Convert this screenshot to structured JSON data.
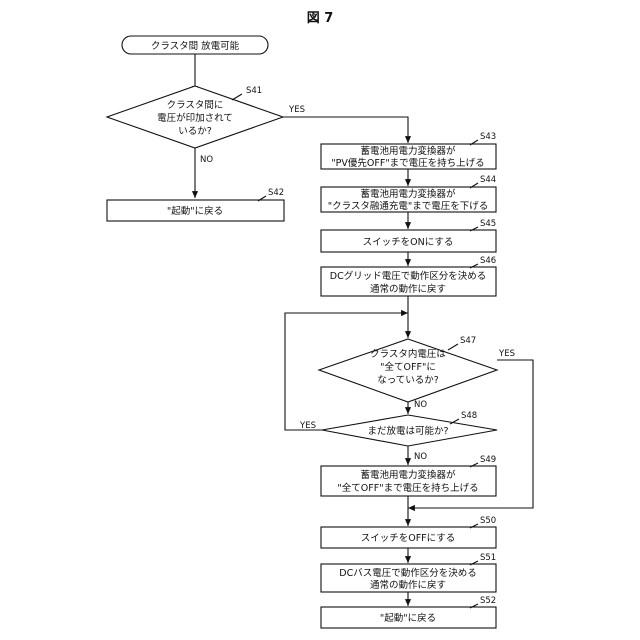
{
  "figure_title": "図 7",
  "start": "クラスタ間 放電可能",
  "decisions": {
    "s41": {
      "step": "S41",
      "lines": [
        "クラスタ間に",
        "電圧が印加されて",
        "いるか?"
      ],
      "yes": "YES",
      "no": "NO"
    },
    "s47": {
      "step": "S47",
      "lines": [
        "クラスタ内電圧は",
        "\"全てOFF\"に",
        "なっているか?"
      ],
      "yes": "YES",
      "no": "NO"
    },
    "s48": {
      "step": "S48",
      "lines": [
        "まだ放電は可能か?"
      ],
      "yes": "YES",
      "no": "NO"
    }
  },
  "processes": {
    "s42": {
      "step": "S42",
      "lines": [
        "\"起動\"に戻る"
      ]
    },
    "s43": {
      "step": "S43",
      "lines": [
        "蓄電池用電力変換器が",
        "\"PV優先OFF\"まで電圧を持ち上げる"
      ]
    },
    "s44": {
      "step": "S44",
      "lines": [
        "蓄電池用電力変換器が",
        "\"クラスタ融通充電\"まで電圧を下げる"
      ]
    },
    "s45": {
      "step": "S45",
      "lines": [
        "スイッチをONにする"
      ]
    },
    "s46": {
      "step": "S46",
      "lines": [
        "DCグリッド電圧で動作区分を決める",
        "通常の動作に戻す"
      ]
    },
    "s49": {
      "step": "S49",
      "lines": [
        "蓄電池用電力変換器が",
        "\"全てOFF\"まで電圧を持ち上げる"
      ]
    },
    "s50": {
      "step": "S50",
      "lines": [
        "スイッチをOFFにする"
      ]
    },
    "s51": {
      "step": "S51",
      "lines": [
        "DCバス電圧で動作区分を決める",
        "通常の動作に戻す"
      ]
    },
    "s52": {
      "step": "S52",
      "lines": [
        "\"起動\"に戻る"
      ]
    }
  }
}
